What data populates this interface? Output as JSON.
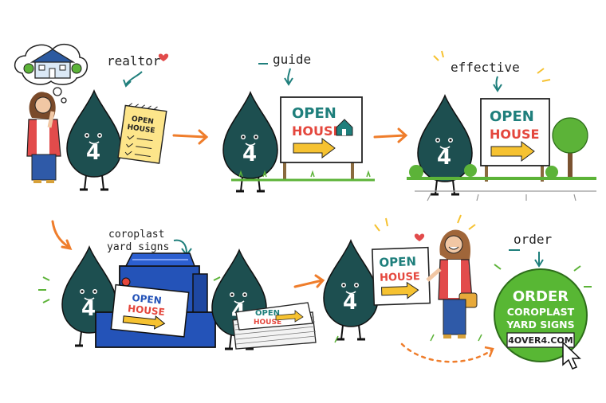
{
  "labels": {
    "realtor": "realtor",
    "guide": "guide",
    "effective": "effective",
    "coroplast_line1": "coroplast",
    "coroplast_line2": "yard signs",
    "order": "order"
  },
  "mascot": {
    "number": "4"
  },
  "notepad": {
    "line1": "OPEN",
    "line2": "HOUSE"
  },
  "sign": {
    "line1": "OPEN",
    "line2": "HOUSE"
  },
  "cta": {
    "line1": "ORDER",
    "line2": "COROPLAST",
    "line3": "YARD SIGNS",
    "url": "4OVER4.COM"
  },
  "colors": {
    "mascot": "#1d4f50",
    "sign_teal": "#1f7f7c",
    "sign_red": "#e4473d",
    "arrow_yellow": "#f6c231",
    "flow_orange": "#ef7d2b",
    "grass": "#5cb338",
    "printer_blue": "#2453b8",
    "cta_green": "#58b734"
  }
}
